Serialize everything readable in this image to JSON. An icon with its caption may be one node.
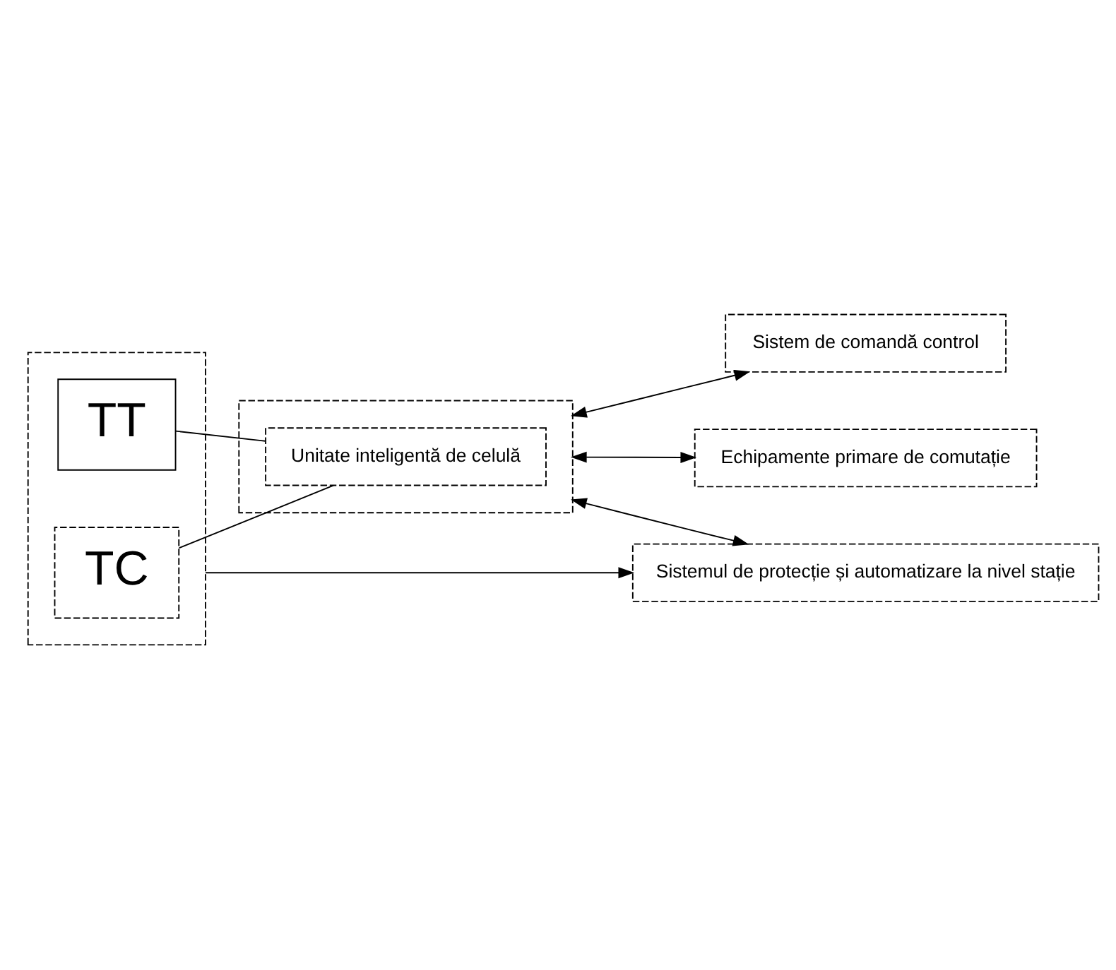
{
  "diagram": {
    "nodes": [
      {
        "text": [],
        "shape": "box"
      },
      {
        "text": [
          "TC"
        ],
        "in": 0
      },
      {
        "text": [
          "TT"
        ],
        "in": 0
      },
      {
        "text": [],
        "shape": "box"
      },
      {
        "text": [
          "Unitate inteligentă de celulă"
        ],
        "in": 3
      },
      {
        "text": [
          "Sistem de comandă control"
        ]
      },
      {
        "text": [
          "Echipamente primare de comutație"
        ]
      },
      {
        "text": [
          "Sistemul de protecție și automatizare la nivel stație"
        ]
      }
    ],
    "edges": [
      {
        "from": 1,
        "to": 4,
        "arrow": "none"
      },
      {
        "from": 2,
        "to": 4,
        "arrow": "none"
      },
      {
        "from": 3,
        "to": 5,
        "arrow": "both"
      },
      {
        "from": 3,
        "to": 6,
        "arrow": "both"
      },
      {
        "from": 0,
        "to": 7,
        "arrow": "to"
      },
      {
        "from": 3,
        "to": 7,
        "arrow": "both"
      }
    ]
  }
}
